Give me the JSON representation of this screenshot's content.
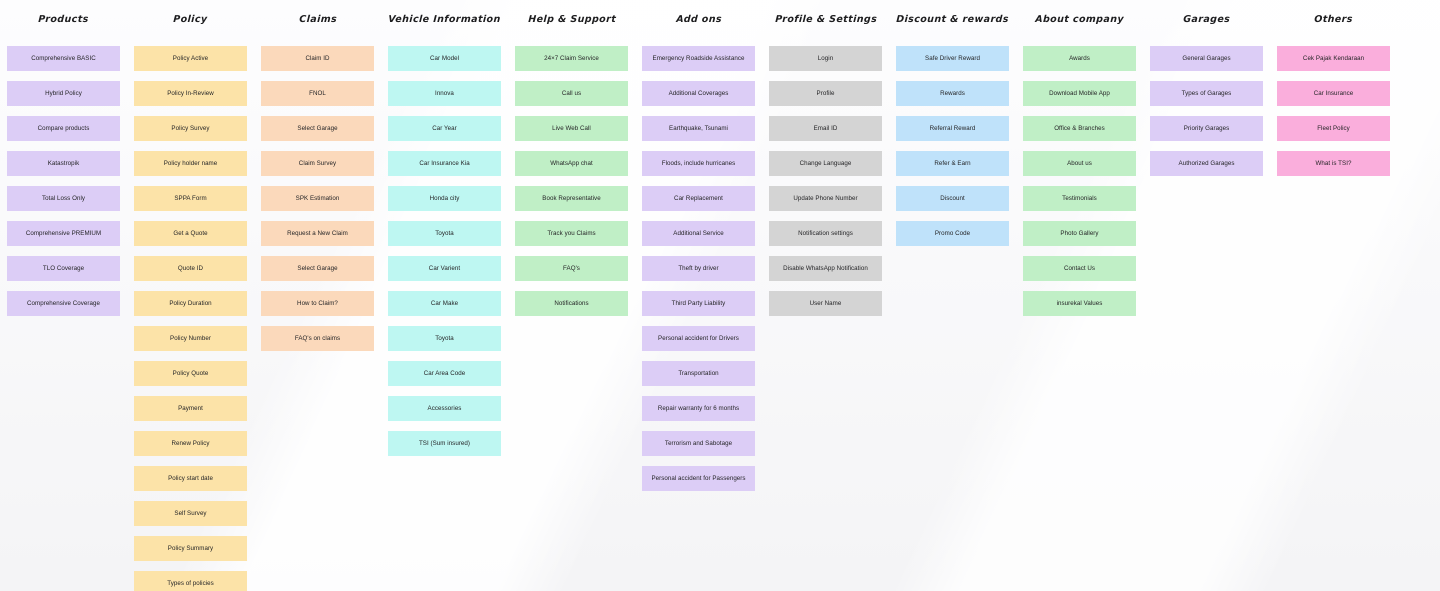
{
  "board": {
    "background_color": "#fbfbfc",
    "columns": [
      {
        "title": "Products",
        "color": "#DCCDF6",
        "items": [
          "Comprehensive BASIC",
          "Hybrid Policy",
          "Compare products",
          "Katastropik",
          "Total Loss Only",
          "Comprehensive PREMIUM",
          "TLO Coverage",
          "Comprehensive Coverage"
        ]
      },
      {
        "title": "Policy",
        "color": "#FCE3A8",
        "items": [
          "Policy Active",
          "Policy In-Review",
          "Policy Survey",
          "Policy holder name",
          "SPPA Form",
          "Get a Quote",
          "Quote ID",
          "Policy Duration",
          "Policy Number",
          "Policy Quote",
          "Payment",
          "Renew Policy",
          "Policy start date",
          "Self Survey",
          "Policy Summary",
          "Types of policies"
        ]
      },
      {
        "title": "Claims",
        "color": "#FBD9BB",
        "items": [
          "Claim ID",
          "FNOL",
          "Select Garage",
          "Claim Survey",
          "SPK Estimation",
          "Request a New Claim",
          "Select Garage",
          "How to Claim?",
          "FAQ's on claims"
        ]
      },
      {
        "title": "Vehicle Information",
        "color": "#BEF7F2",
        "items": [
          "Car Model",
          "Innova",
          "Car Year",
          "Car Insurance Kia",
          "Honda city",
          "Toyota",
          "Car Varient",
          "Car Make",
          "Toyota",
          "Car Area Code",
          "Accessories",
          "TSI (Sum insured)"
        ]
      },
      {
        "title": "Help & Support",
        "color": "#C0EFC6",
        "items": [
          "24×7 Claim Service",
          "Call us",
          "Live Web Call",
          "WhatsApp chat",
          "Book Representative",
          "Track you Claims",
          "FAQ's",
          "Notifications"
        ]
      },
      {
        "title": "Add ons",
        "color": "#DCCDF6",
        "items": [
          "Emergency Roadside Assistance",
          "Additional Coverages",
          "Earthquake, Tsunami",
          "Floods, include hurricanes",
          "Car Replacement",
          "Additional Service",
          "Theft by driver",
          "Third Party Liability",
          "Personal accident for Drivers",
          "Transportation",
          "Repair warranty for 6 months",
          "Terrorism and Sabotage",
          "Personal accident for Passengers"
        ]
      },
      {
        "title": "Profile & Settings",
        "color": "#D4D4D4",
        "items": [
          "Login",
          "Profile",
          "Email ID",
          "Change Language",
          "Update Phone Number",
          "Notification settings",
          "Disable WhatsApp Notification",
          "User Name"
        ]
      },
      {
        "title": "Discount & rewards",
        "color": "#BFE2FA",
        "items": [
          "Safe Driver Reward",
          "Rewards",
          "Referral Reward",
          "Refer & Earn",
          "Discount",
          "Promo Code"
        ]
      },
      {
        "title": "About company",
        "color": "#C0EFC6",
        "items": [
          "Awards",
          "Download Mobile App",
          "Office & Branches",
          "About us",
          "Testimonials",
          "Photo Gallery",
          "Contact Us",
          "insurekal Values"
        ]
      },
      {
        "title": "Garages",
        "color": "#DCCDF6",
        "items": [
          "General Garages",
          "Types of Garages",
          "Priority Garages",
          "Authorized Garages"
        ]
      },
      {
        "title": "Others",
        "color": "#FAAEDC",
        "items": [
          "Cek Pajak Kendaraan",
          "Car Insurance",
          "Fleet Policy",
          "What is TSI?"
        ]
      }
    ]
  }
}
